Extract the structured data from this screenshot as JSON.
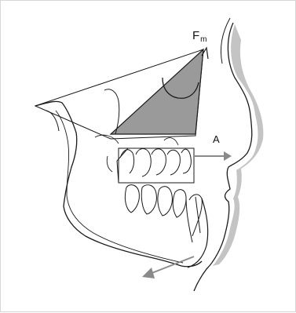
{
  "labels": {
    "force_symbol": "F",
    "force_subscript": "m",
    "vector_label": "A"
  },
  "colors": {
    "line": "#1a1a1a",
    "triangle_fill": "#9a9a9a",
    "soft_tissue_shadow": "#c4c4c4",
    "arrow": "#8a8a8a",
    "frame": "#d6d6d6"
  }
}
